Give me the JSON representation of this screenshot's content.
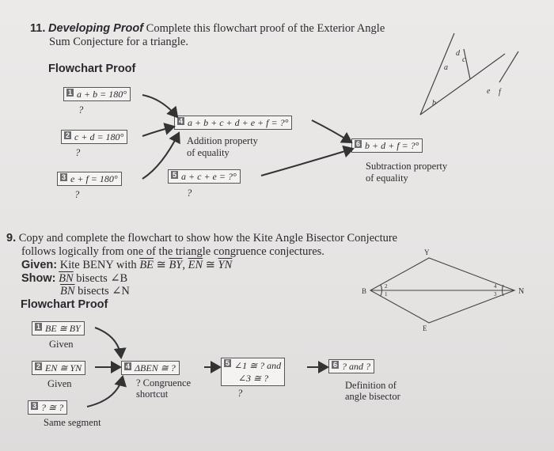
{
  "p11": {
    "number": "11.",
    "title": "Developing Proof",
    "intro": "Complete this flowchart proof of the Exterior Angle",
    "intro2": "Sum Conjecture for a triangle.",
    "flow_heading": "Flowchart Proof",
    "steps": [
      {
        "n": "1",
        "expr": "a + b = 180°",
        "reason": "?"
      },
      {
        "n": "2",
        "expr": "c + d = 180°",
        "reason": "?"
      },
      {
        "n": "3",
        "expr": "e + f = 180°",
        "reason": "?"
      },
      {
        "n": "4",
        "expr": "a + b + c + d + e + f = ?°",
        "reason": "Addition property",
        "reason2": "of equality"
      },
      {
        "n": "5",
        "expr": "a + c + e = ?°",
        "reason": "?"
      },
      {
        "n": "6",
        "expr": "b + d + f = ?°",
        "reason": "Subtraction property",
        "reason2": "of equality"
      }
    ],
    "triangle_labels": {
      "a": "a",
      "b": "b",
      "c": "c",
      "d": "d",
      "e": "e",
      "f": "f"
    }
  },
  "p9": {
    "number": "9.",
    "intro": "Copy and complete the flowchart to show how the Kite Angle Bisector Conjecture",
    "intro2": "follows logically from one of the triangle congruence conjectures.",
    "given_label": "Given:",
    "given_text": "Kite BENY with",
    "given_seg1": "BE",
    "given_cong1": " ≅ ",
    "given_seg2": "BY",
    "given_sep": ", ",
    "given_seg3": "EN",
    "given_cong2": " ≅ ",
    "given_seg4": "YN",
    "show_label": "Show:",
    "show1_seg": "BN",
    "show1_text": " bisects ∠B",
    "show2_seg": "BN",
    "show2_text": " bisects ∠N",
    "flow_heading": "Flowchart Proof",
    "steps": [
      {
        "n": "1",
        "expr": "BE ≅ BY",
        "reason": "Given"
      },
      {
        "n": "2",
        "expr": "EN ≅ YN",
        "reason": "Given"
      },
      {
        "n": "3",
        "expr": "? ≅ ?",
        "reason": "Same segment"
      },
      {
        "n": "4",
        "expr": "ΔBEN ≅ ?",
        "reason": "? Congruence",
        "reason2": "shortcut"
      },
      {
        "n": "5",
        "expr": "∠1 ≅ ? and",
        "expr2": "∠3 ≅ ?",
        "reason": "?"
      },
      {
        "n": "6",
        "expr": "? and ?",
        "reason": "Definition of",
        "reason2": "angle bisector"
      }
    ],
    "kite_labels": {
      "B": "B",
      "Y": "Y",
      "N": "N",
      "E": "E",
      "one": "1",
      "two": "2",
      "three": "3",
      "four": "4"
    }
  }
}
